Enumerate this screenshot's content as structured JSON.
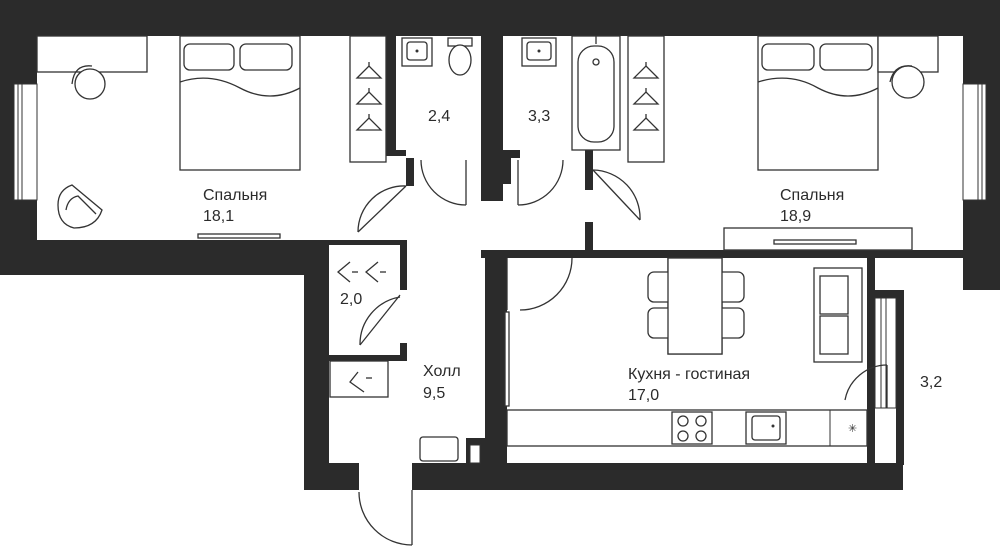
{
  "colors": {
    "wall": "#2b2b2b",
    "floor": "#ffffff",
    "line": "#333333"
  },
  "rooms": {
    "bedroom_left": {
      "name": "Спальня",
      "area": "18,1"
    },
    "bathroom_wc": {
      "area": "2,4"
    },
    "bathroom_bath": {
      "area": "3,3"
    },
    "bedroom_right": {
      "name": "Спальня",
      "area": "18,9"
    },
    "storage": {
      "area": "2,0"
    },
    "hall": {
      "name": "Холл",
      "area": "9,5"
    },
    "kitchen_living": {
      "name": "Кухня - гостиная",
      "area": "17,0"
    },
    "balcony": {
      "area": "3,2"
    }
  },
  "icons": [
    "bed-icon",
    "desk-icon",
    "chair-icon",
    "armchair-icon",
    "hanger-icon",
    "toilet-icon",
    "sink-icon",
    "bathtub-icon",
    "sofa-icon",
    "dining-table-icon",
    "stove-icon",
    "kitchen-sink-icon",
    "tv-stand-icon",
    "radiator-icon",
    "window-icon",
    "door-icon"
  ]
}
